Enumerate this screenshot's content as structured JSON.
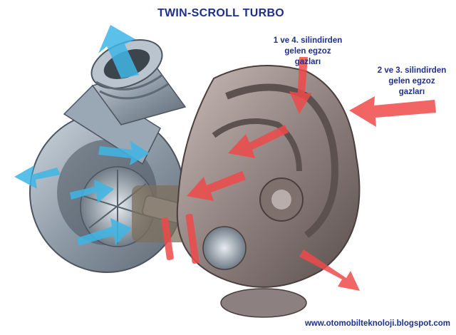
{
  "title": "TWIN-SCROLL TURBO",
  "labels": {
    "cyl_1_4": [
      "1 ve 4. silindirden",
      "gelen egzoz",
      "gazları"
    ],
    "cyl_2_3": [
      "2 ve 3. silindirden",
      "gelen egzoz",
      "gazları"
    ]
  },
  "website": "www.otomobilteknoloji.blogspot.com",
  "colors": {
    "title_text": "#1f2f8c",
    "intake_arrow": "#3fb6e6",
    "exhaust_arrow": "#ef4a4a",
    "metal": "#9aa7b4",
    "turbine_housing": "#9b8d8a"
  }
}
